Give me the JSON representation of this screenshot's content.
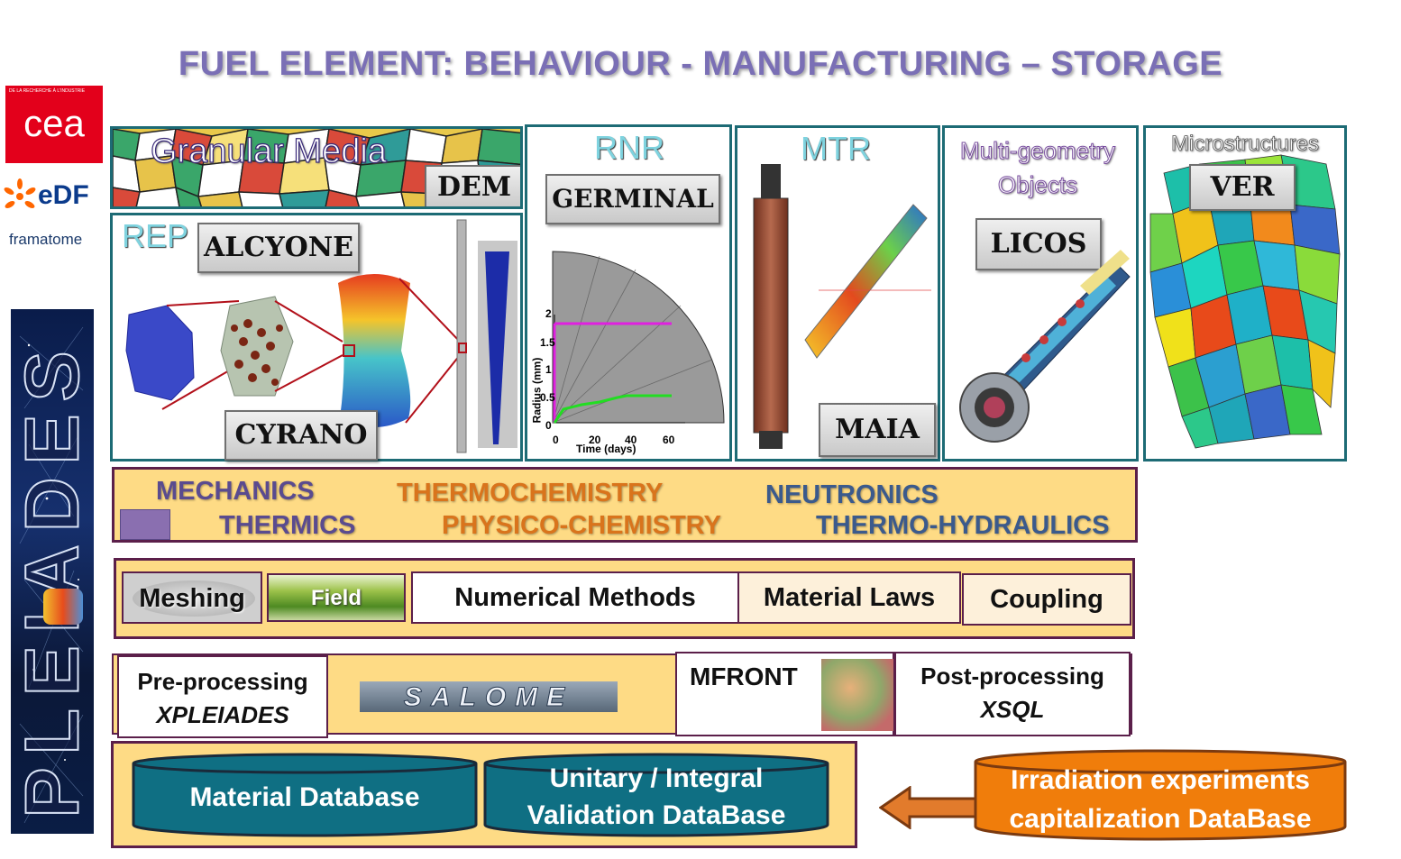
{
  "title": "FUEL ELEMENT: BEHAVIOUR - MANUFACTURING – STORAGE",
  "logos": {
    "cea": "cea",
    "cea_small": "DE LA RECHERCHE À L'INDUSTRIE",
    "edf": "eDF",
    "framatome": "framatome",
    "pleiades": "PLEIADES"
  },
  "top_panels": {
    "granular": {
      "label": "Granular Media",
      "button": "DEM"
    },
    "rep": {
      "label": "REP",
      "button_top": "ALCYONE",
      "button_bottom": "CYRANO"
    },
    "rnr": {
      "label": "RNR",
      "button": "GERMINAL"
    },
    "mtr": {
      "label": "MTR",
      "button": "MAIA"
    },
    "multigeo": {
      "label_line1": "Multi-geometry",
      "label_line2": "Objects",
      "button": "LICOS"
    },
    "micro": {
      "label": "Microstructures",
      "button": "VER"
    }
  },
  "rnr_chart": {
    "xlabel": "Time (days)",
    "ylabel": "Radius (mm)",
    "xticks": [
      "0",
      "20",
      "40",
      "60"
    ],
    "yticks": [
      "0",
      "0.5",
      "1",
      "1.5",
      "2"
    ]
  },
  "physics": {
    "mechanics": "MECHANICS",
    "thermochemistry": "THERMOCHEMISTRY",
    "neutronics": "NEUTRONICS",
    "thermics": "THERMICS",
    "physico": "PHYSICO-CHEMISTRY",
    "thermohydraulics": "THERMO-HYDRAULICS"
  },
  "tools": {
    "meshing": "Meshing",
    "field": "Field",
    "numerical": "Numerical Methods",
    "material_laws": "Material Laws",
    "coupling": "Coupling"
  },
  "processing": {
    "pre_line1": "Pre-processing",
    "pre_line2": "XPLEIADES",
    "salome": "SALOME",
    "mfront": "MFRONT",
    "post_line1": "Post-processing",
    "post_line2": "XSQL"
  },
  "databases": {
    "material": "Material Database",
    "validation_line1": "Unitary / Integral",
    "validation_line2": "Validation DataBase",
    "irradiation_line1": "Irradiation experiments",
    "irradiation_line2": "capitalization DataBase"
  },
  "colors": {
    "title": "#7a6fb5",
    "panel_border": "#1d6b75",
    "band_fill": "#fedb85",
    "band_border": "#5b1f4a",
    "db_teal": "#0f6f83",
    "db_orange": "#f07d0b",
    "mechanics": "#5a4b8f",
    "thermo": "#d9741c",
    "neutronics": "#3b5a8c"
  }
}
